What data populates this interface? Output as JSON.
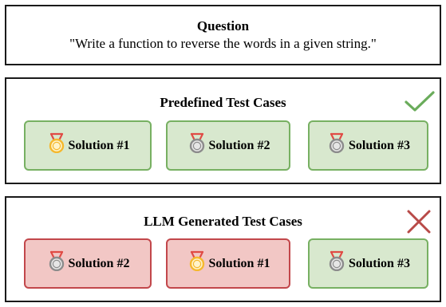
{
  "question": {
    "title": "Question",
    "text": "\"Write a function to reverse the words in a given string.\""
  },
  "predefined": {
    "title": "Predefined Test Cases",
    "status_icon": "check-icon",
    "status_color": "#6aac5b",
    "cards": [
      {
        "label": "Solution #1",
        "medal": "gold",
        "state": "pass"
      },
      {
        "label": "Solution #2",
        "medal": "silver",
        "state": "pass"
      },
      {
        "label": "Solution #3",
        "medal": "silver",
        "state": "pass"
      }
    ]
  },
  "llm_generated": {
    "title": "LLM Generated Test Cases",
    "status_icon": "cross-icon",
    "status_color": "#b84a48",
    "cards": [
      {
        "label": "Solution #2",
        "medal": "silver",
        "state": "fail"
      },
      {
        "label": "Solution #1",
        "medal": "gold",
        "state": "fail"
      },
      {
        "label": "Solution #3",
        "medal": "silver",
        "state": "pass"
      }
    ]
  },
  "colors": {
    "pass_fill": "#d8e8ce",
    "pass_border": "#77b062",
    "fail_fill": "#f2c7c5",
    "fail_border": "#c2474b",
    "medal_ribbon": "#e04b45",
    "medal_gold": "#f5b82e",
    "medal_silver": "#8c8c8c"
  }
}
